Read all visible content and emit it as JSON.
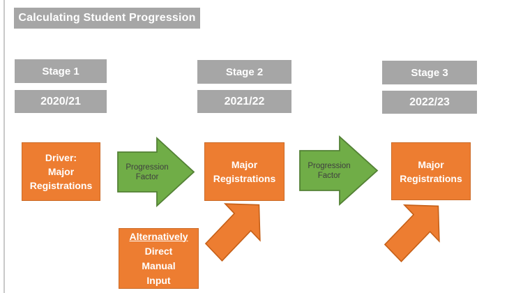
{
  "slide": {
    "title": "Calculating Student Progression"
  },
  "stages": [
    {
      "label": "Stage 1",
      "year": "2020/21",
      "box_lines": [
        "Driver:",
        "Major",
        "Registrations"
      ]
    },
    {
      "label": "Stage 2",
      "year": "2021/22",
      "box_lines": [
        "Major",
        "Registrations"
      ]
    },
    {
      "label": "Stage 3",
      "year": "2022/23",
      "box_lines": [
        "Major",
        "Registrations"
      ]
    }
  ],
  "arrows": {
    "progression_1": {
      "lines": [
        "Progression",
        "Factor"
      ]
    },
    "progression_2": {
      "lines": [
        "Progression",
        "Factor"
      ]
    }
  },
  "manual_input": {
    "lines": [
      "Alternatively",
      "Direct",
      "Manual",
      "Input"
    ]
  },
  "icons": {
    "progression_arrow": "right-block-arrow",
    "manual_input_arrow": "up-right-block-arrow"
  },
  "colors": {
    "box_gray": "#a6a6a6",
    "shape_orange": "#ed7d31",
    "orange_outline": "#cb6a26",
    "shape_green": "#70ad47",
    "green_outline": "#538135",
    "arrow_label_text": "#3f3f3f",
    "box_text": "#ffffff"
  }
}
